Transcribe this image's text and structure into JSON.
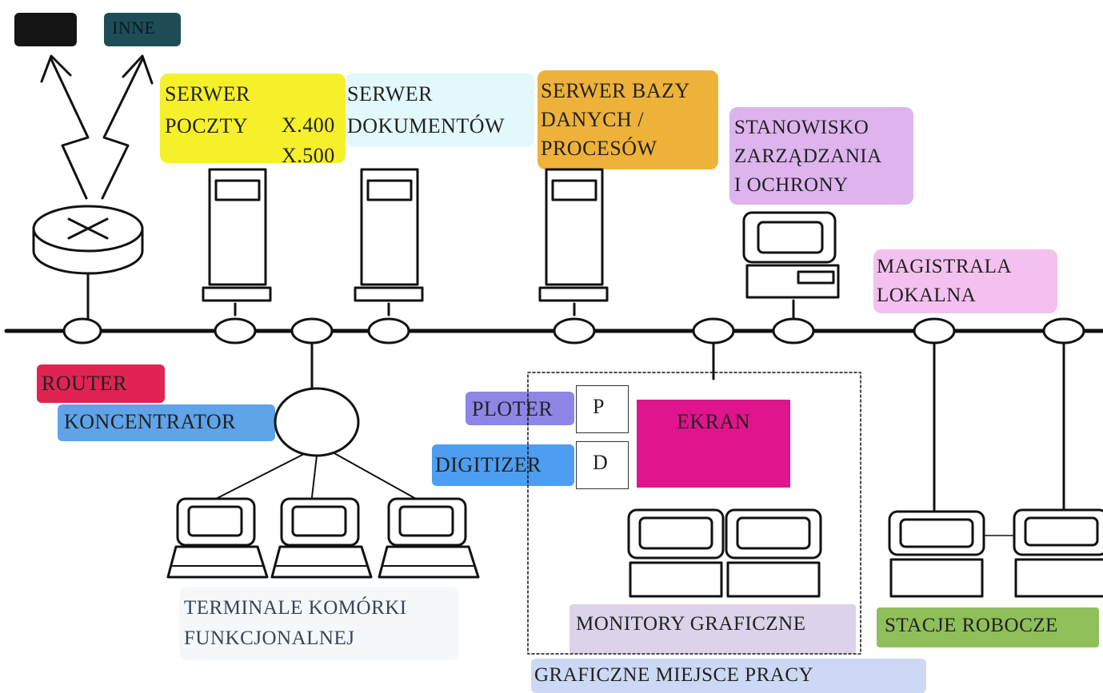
{
  "labels": {
    "inne": "INNE",
    "serwer_poczty": "SERWER\nPOCZTY",
    "x400": "X.400\nX.500",
    "serwer_dokumentow": "SERWER\nDOKUMENTÓW",
    "serwer_bazy": "SERWER BAZY\nDANYCH /\nPROCESÓW",
    "stanowisko": "STANOWISKO\nZARZĄDZANIA\nI OCHRONY",
    "magistrala": "MAGISTRALA\nLOKALNA",
    "router": "ROUTER",
    "koncentrator": "KONCENTRATOR",
    "ploter": "PLOTER",
    "digitizer": "DIGITIZER",
    "p": "P",
    "d": "D",
    "ekran": "EKRAN",
    "terminale": "TERMINALE KOMÓRKI\nFUNKCJONALNEJ",
    "monitory": "MONITORY GRAFICZNE",
    "stacje": "STACJE ROBOCZE",
    "graficzne_miejsce": "GRAFICZNE MIEJSCE PRACY"
  },
  "colors": {
    "black_box": "#141414",
    "inne_box": "#1f4d57",
    "serwer_poczty": "#f5f02a",
    "serwer_dokumentow": "#e3f8fa",
    "serwer_bazy": "#eeb23a",
    "stanowisko": "#ddb4ee",
    "magistrala": "#f4c0ef",
    "router": "#e02352",
    "koncentrator": "#5fa3e8",
    "ploter": "#8d86e6",
    "digitizer": "#4d9df0",
    "ekran": "#e0148c",
    "monitory": "#dcd3ea",
    "stacje": "#8fbf5a",
    "graficzne": "#ccd8f4"
  }
}
